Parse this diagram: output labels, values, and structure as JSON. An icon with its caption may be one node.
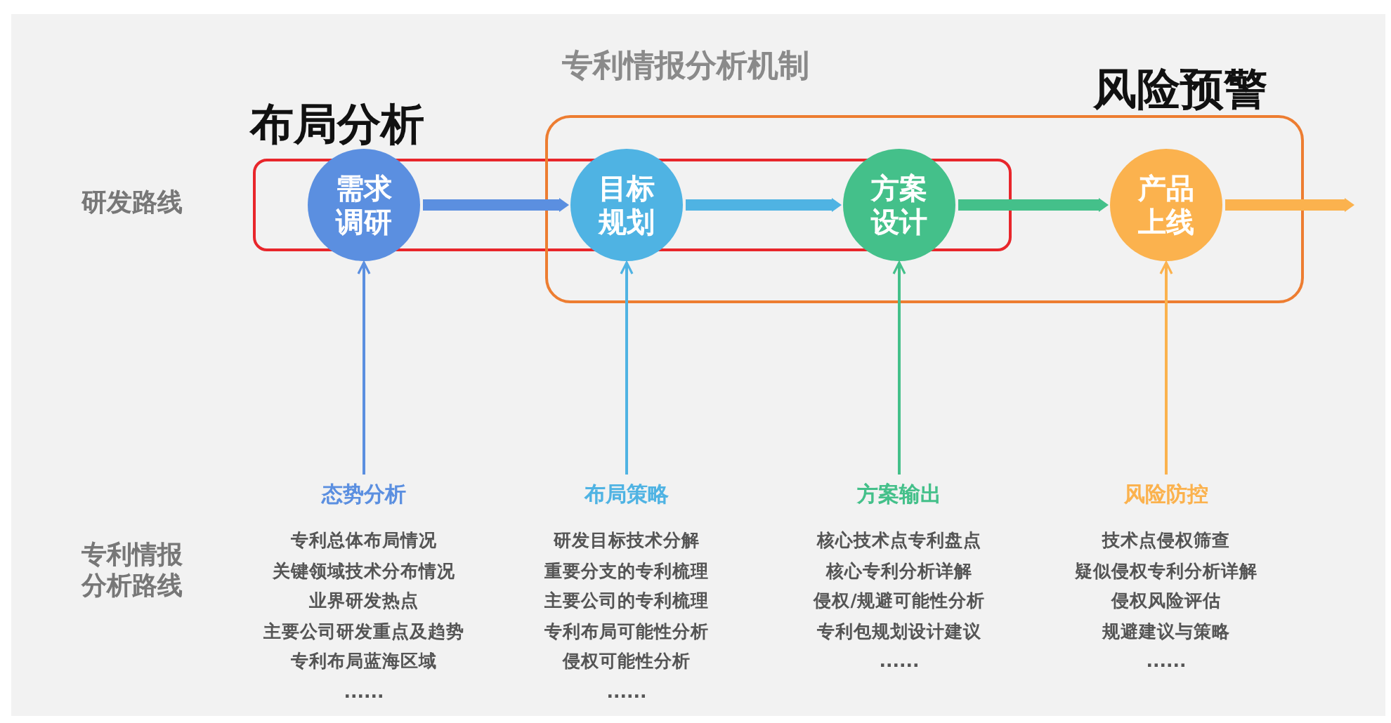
{
  "diagram": {
    "title": "专利情报分析机制",
    "nodes": [
      {
        "text": [
          "需求调研"
        ]
      },
      {
        "text": [
          "目标规划"
        ]
      },
      {
        "text": [
          "方案设计"
        ]
      },
      {
        "text": [
          "产品上线"
        ]
      },
      {
        "text": [
          "态势分析",
          "专利总体布局情况",
          "关键领域技术分布情况",
          "业界研发热点",
          "主要公司研发重点及趋势",
          "专利布局蓝海区域",
          "......"
        ]
      },
      {
        "text": [
          "布局策略",
          "研发目标技术分解",
          "重要分支的专利梳理",
          "主要公司的专利梳理",
          "专利布局可能性分析",
          "侵权可能性分析",
          "......"
        ]
      },
      {
        "text": [
          "方案输出",
          "核心技术点专利盘点",
          "核心专利分析详解",
          "侵权/规避可能性分析",
          "专利包规划设计建议",
          "......"
        ]
      },
      {
        "text": [
          "风险防控",
          "技术点侵权筛查",
          "疑似侵权专利分析详解",
          "侵权风险评估",
          "规避建议与策略",
          "......"
        ]
      }
    ],
    "edges": [
      {
        "from": 0,
        "to": 1,
        "arrow": "to",
        "style": "thick",
        "color": "#5b8fe0"
      },
      {
        "from": 1,
        "to": 2,
        "arrow": "to",
        "style": "thick",
        "color": "#4fb3e3"
      },
      {
        "from": 2,
        "to": 3,
        "arrow": "to",
        "style": "thick",
        "color": "#44c08a"
      },
      {
        "from": 3,
        "to": null,
        "arrow": "to",
        "style": "thick",
        "color": "#fbb24e"
      },
      {
        "from": 4,
        "to": 0,
        "arrow": "to",
        "color": "#5b8fe0"
      },
      {
        "from": 5,
        "to": 1,
        "arrow": "to",
        "color": "#4fb3e3"
      },
      {
        "from": 6,
        "to": 2,
        "arrow": "to",
        "color": "#44c08a"
      },
      {
        "from": 7,
        "to": 3,
        "arrow": "to",
        "color": "#fbb24e"
      }
    ],
    "labels": [
      "风险预警",
      "布局分析",
      "研发路线",
      "专利情报分析路线"
    ]
  }
}
